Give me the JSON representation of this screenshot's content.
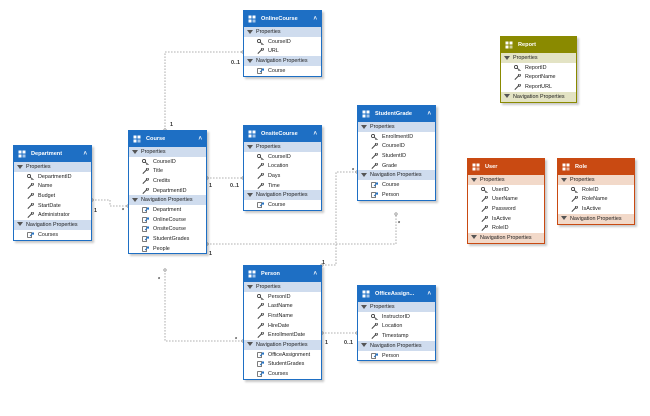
{
  "colors": {
    "blue_header": "#1e6fc4",
    "blue_section": "#cfdcee",
    "olive_header": "#8a8a00",
    "olive_section": "#e3e3c4",
    "orange_header": "#c94a12",
    "orange_section": "#f2d9c9",
    "connector": "#999999"
  },
  "icons": {
    "entity": "entity-icon",
    "key_property": "key-property-icon",
    "scalar_property": "wrench-property-icon",
    "navigation_property": "navigation-property-icon",
    "section": "section-icon",
    "collapse": "chevron-up-icon"
  },
  "entities": [
    {
      "id": "onlinecourse",
      "name": "OnlineCourse",
      "theme": "blue",
      "props_label": "Properties",
      "properties": [
        {
          "name": "CourseID",
          "key": true
        },
        {
          "name": "URL",
          "key": false
        }
      ],
      "nav_label": "Navigation Properties",
      "navigation": [
        "Course"
      ]
    },
    {
      "id": "course",
      "name": "Course",
      "theme": "blue",
      "props_label": "Properties",
      "properties": [
        {
          "name": "CourseID",
          "key": true
        },
        {
          "name": "Title",
          "key": false
        },
        {
          "name": "Credits",
          "key": false
        },
        {
          "name": "DepartmentID",
          "key": false
        }
      ],
      "nav_label": "Navigation Properties",
      "navigation": [
        "Department",
        "OnlineCourse",
        "OnsiteCourse",
        "StudentGrades",
        "People"
      ]
    },
    {
      "id": "onsitecourse",
      "name": "OnsiteCourse",
      "theme": "blue",
      "props_label": "Properties",
      "properties": [
        {
          "name": "CourseID",
          "key": true
        },
        {
          "name": "Location",
          "key": false
        },
        {
          "name": "Days",
          "key": false
        },
        {
          "name": "Time",
          "key": false
        }
      ],
      "nav_label": "Navigation Properties",
      "navigation": [
        "Course"
      ]
    },
    {
      "id": "studentgrade",
      "name": "StudentGrade",
      "theme": "blue",
      "props_label": "Properties",
      "properties": [
        {
          "name": "EnrollmentID",
          "key": true
        },
        {
          "name": "CourseID",
          "key": false
        },
        {
          "name": "StudentID",
          "key": false
        },
        {
          "name": "Grade",
          "key": false
        }
      ],
      "nav_label": "Navigation Properties",
      "navigation": [
        "Course",
        "Person"
      ]
    },
    {
      "id": "department",
      "name": "Department",
      "theme": "blue",
      "props_label": "Properties",
      "properties": [
        {
          "name": "DepartmentID",
          "key": true
        },
        {
          "name": "Name",
          "key": false
        },
        {
          "name": "Budget",
          "key": false
        },
        {
          "name": "StartDate",
          "key": false
        },
        {
          "name": "Administrator",
          "key": false
        }
      ],
      "nav_label": "Navigation Properties",
      "navigation": [
        "Courses"
      ]
    },
    {
      "id": "person",
      "name": "Person",
      "theme": "blue",
      "props_label": "Properties",
      "properties": [
        {
          "name": "PersonID",
          "key": true
        },
        {
          "name": "LastName",
          "key": false
        },
        {
          "name": "FirstName",
          "key": false
        },
        {
          "name": "HireDate",
          "key": false
        },
        {
          "name": "EnrollmentDate",
          "key": false
        }
      ],
      "nav_label": "Navigation Properties",
      "navigation": [
        "OfficeAssignment",
        "StudentGrades",
        "Courses"
      ]
    },
    {
      "id": "officeassign",
      "name": "OfficeAssign...",
      "theme": "blue",
      "props_label": "Properties",
      "properties": [
        {
          "name": "InstructorID",
          "key": true
        },
        {
          "name": "Location",
          "key": false
        },
        {
          "name": "Timestamp",
          "key": false
        }
      ],
      "nav_label": "Navigation Properties",
      "navigation": [
        "Person"
      ]
    },
    {
      "id": "report",
      "name": "Report",
      "theme": "olive",
      "props_label": "Properties",
      "properties": [
        {
          "name": "ReportID",
          "key": true
        },
        {
          "name": "ReportName",
          "key": false
        },
        {
          "name": "ReportURL",
          "key": false
        }
      ],
      "nav_label": "Navigation Properties",
      "navigation": []
    },
    {
      "id": "user",
      "name": "User",
      "theme": "orange",
      "props_label": "Properties",
      "properties": [
        {
          "name": "UserID",
          "key": true
        },
        {
          "name": "UserName",
          "key": false
        },
        {
          "name": "Password",
          "key": false
        },
        {
          "name": "IsActive",
          "key": false
        },
        {
          "name": "RoleID",
          "key": false
        }
      ],
      "nav_label": "Navigation Properties",
      "navigation": []
    },
    {
      "id": "role",
      "name": "Role",
      "theme": "orange",
      "props_label": "Properties",
      "properties": [
        {
          "name": "RoleID",
          "key": true
        },
        {
          "name": "RoleName",
          "key": false
        },
        {
          "name": "IsActive",
          "key": false
        }
      ],
      "nav_label": "Navigation Properties",
      "navigation": []
    }
  ],
  "associations": [
    {
      "id": "course-onlinecourse",
      "from_label": "1",
      "to_label": "0..1"
    },
    {
      "id": "course-onsitecourse",
      "from_label": "1",
      "to_label": "0..1"
    },
    {
      "id": "department-course",
      "from_label": "1",
      "to_label": "*"
    },
    {
      "id": "course-studentgrade",
      "from_label": "1",
      "to_label": "*"
    },
    {
      "id": "course-person",
      "from_label": "*",
      "to_label": "*"
    },
    {
      "id": "person-studentgrade",
      "from_label": "1",
      "to_label": "*"
    },
    {
      "id": "person-officeassign",
      "from_label": "1",
      "to_label": "0..1"
    }
  ]
}
